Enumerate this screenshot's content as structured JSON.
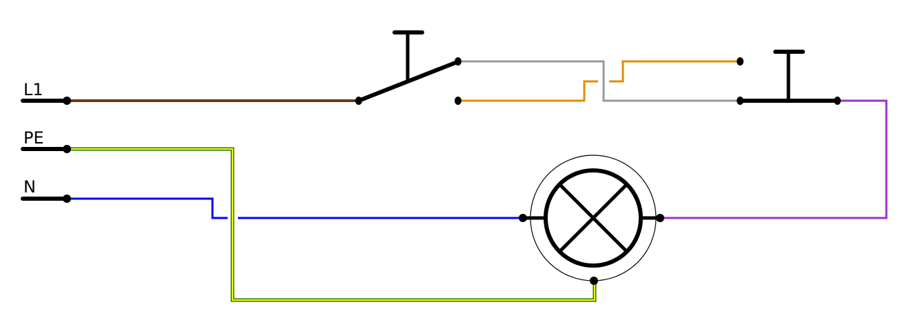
{
  "terminals": [
    {
      "label": "L1",
      "wire_color": "#6b3a0e"
    },
    {
      "label": "PE",
      "wire_color": "#ffff00"
    },
    {
      "label": "N",
      "wire_color": "#0000ff"
    }
  ],
  "colors": {
    "phase": "#6b3a0e",
    "traveler_gray": "#999999",
    "traveler_orange": "#e08c00",
    "switched_phase": "#9b30c8",
    "neutral": "#0000ff",
    "earth_fill": "#ffff00",
    "earth_border": "#1a7a00",
    "symbol": "#000000"
  }
}
